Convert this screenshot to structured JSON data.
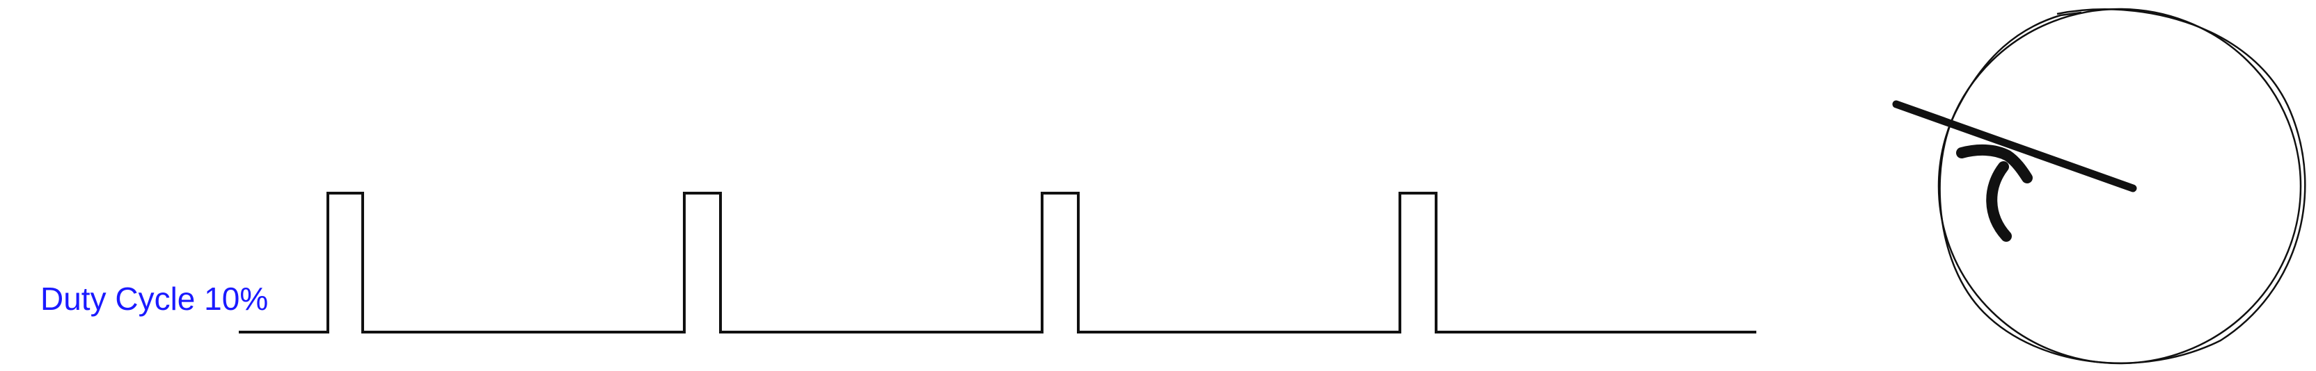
{
  "label": {
    "text": "Duty Cycle 10%",
    "color": "#1a1aff"
  },
  "waveform": {
    "duty_cycle_percent": 10,
    "pulse_count": 4,
    "stroke_color": "#111111"
  },
  "dial": {
    "description_icon": "servo-dial",
    "stroke_color": "#111111"
  }
}
